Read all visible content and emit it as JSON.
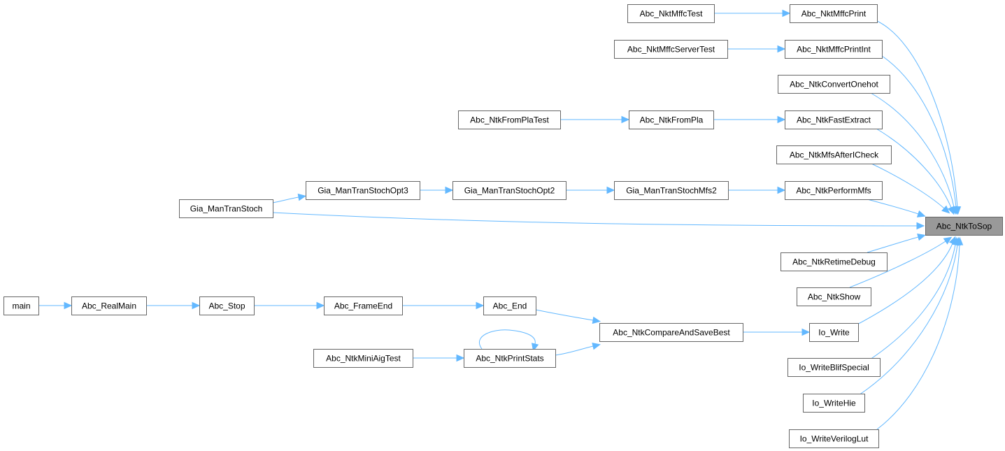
{
  "diagram": {
    "colors": {
      "edge": "#63b8ff",
      "node_border": "#666666",
      "node_fill": "#ffffff",
      "root_fill": "#999999",
      "text": "#000000"
    },
    "nodes": [
      {
        "id": "root",
        "label": "Abc_NtkToSop",
        "root": true
      },
      {
        "id": "n1",
        "label": "Abc_NktMffcPrint"
      },
      {
        "id": "n2",
        "label": "Abc_NktMffcTest"
      },
      {
        "id": "n3",
        "label": "Abc_NktMffcPrintInt"
      },
      {
        "id": "n4",
        "label": "Abc_NktMffcServerTest"
      },
      {
        "id": "n5",
        "label": "Abc_NtkConvertOnehot"
      },
      {
        "id": "n6",
        "label": "Abc_NtkFastExtract"
      },
      {
        "id": "n7",
        "label": "Abc_NtkFromPla"
      },
      {
        "id": "n8",
        "label": "Abc_NtkFromPlaTest"
      },
      {
        "id": "n9",
        "label": "Abc_NtkMfsAfterICheck"
      },
      {
        "id": "n10",
        "label": "Abc_NtkPerformMfs"
      },
      {
        "id": "n11",
        "label": "Gia_ManTranStochMfs2"
      },
      {
        "id": "n12",
        "label": "Gia_ManTranStochOpt2"
      },
      {
        "id": "n13",
        "label": "Gia_ManTranStochOpt3"
      },
      {
        "id": "n14",
        "label": "Gia_ManTranStoch"
      },
      {
        "id": "n15",
        "label": "Abc_NtkRetimeDebug"
      },
      {
        "id": "n16",
        "label": "Abc_NtkShow"
      },
      {
        "id": "n17",
        "label": "Io_Write"
      },
      {
        "id": "n18",
        "label": "Abc_NtkCompareAndSaveBest"
      },
      {
        "id": "n19",
        "label": "Abc_End"
      },
      {
        "id": "n20",
        "label": "Abc_FrameEnd"
      },
      {
        "id": "n21",
        "label": "Abc_Stop"
      },
      {
        "id": "n22",
        "label": "Abc_RealMain"
      },
      {
        "id": "n23",
        "label": "main"
      },
      {
        "id": "n24",
        "label": "Abc_NtkPrintStats"
      },
      {
        "id": "n25",
        "label": "Abc_NtkMiniAigTest"
      },
      {
        "id": "n26",
        "label": "Io_WriteBlifSpecial"
      },
      {
        "id": "n27",
        "label": "Io_WriteHie"
      },
      {
        "id": "n28",
        "label": "Io_WriteVerilogLut"
      }
    ],
    "edges": [
      {
        "from": "n1",
        "to": "root"
      },
      {
        "from": "n2",
        "to": "n1"
      },
      {
        "from": "n3",
        "to": "root"
      },
      {
        "from": "n4",
        "to": "n3"
      },
      {
        "from": "n5",
        "to": "root"
      },
      {
        "from": "n6",
        "to": "root"
      },
      {
        "from": "n7",
        "to": "n6"
      },
      {
        "from": "n8",
        "to": "n7"
      },
      {
        "from": "n9",
        "to": "root"
      },
      {
        "from": "n10",
        "to": "root"
      },
      {
        "from": "n11",
        "to": "n10"
      },
      {
        "from": "n12",
        "to": "n11"
      },
      {
        "from": "n13",
        "to": "n12"
      },
      {
        "from": "n14",
        "to": "n13"
      },
      {
        "from": "n14",
        "to": "root"
      },
      {
        "from": "n15",
        "to": "root"
      },
      {
        "from": "n16",
        "to": "root"
      },
      {
        "from": "n17",
        "to": "root"
      },
      {
        "from": "n18",
        "to": "n17"
      },
      {
        "from": "n19",
        "to": "n18"
      },
      {
        "from": "n20",
        "to": "n19"
      },
      {
        "from": "n21",
        "to": "n20"
      },
      {
        "from": "n22",
        "to": "n21"
      },
      {
        "from": "n23",
        "to": "n22"
      },
      {
        "from": "n24",
        "to": "n18"
      },
      {
        "from": "n24",
        "to": "n24"
      },
      {
        "from": "n25",
        "to": "n24"
      },
      {
        "from": "n26",
        "to": "root"
      },
      {
        "from": "n27",
        "to": "root"
      },
      {
        "from": "n28",
        "to": "root"
      }
    ]
  }
}
